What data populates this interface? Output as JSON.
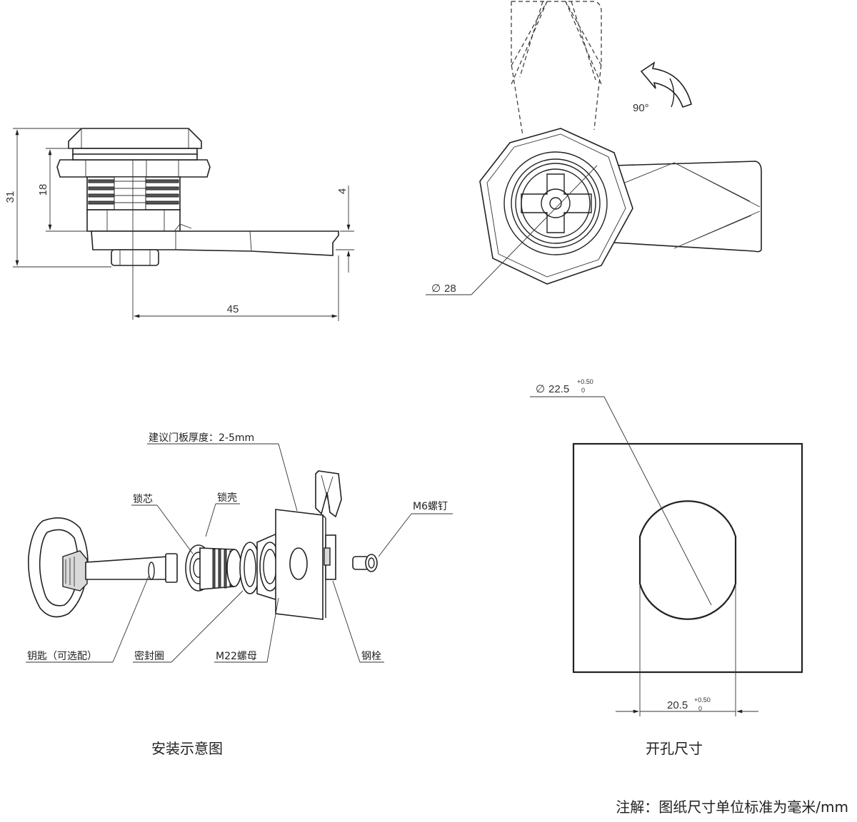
{
  "side_view": {
    "dim_height_total": "31",
    "dim_height_body": "18",
    "dim_cam_thickness": "4",
    "dim_length": "45"
  },
  "front_view": {
    "rotation_label": "90°",
    "diameter_symbol": "∅",
    "diameter_label": "28"
  },
  "assembly": {
    "panel_thickness_label": "建议门板厚度：2-5mm",
    "core_label": "锁芯",
    "shell_label": "锁壳",
    "screw_label": "M6螺钉",
    "key_label": "钥匙（可选配）",
    "seal_label": "密封圈",
    "nut_label": "M22螺母",
    "pin_label": "钢栓",
    "caption": "安装示意图"
  },
  "cutout": {
    "diameter_symbol": "∅",
    "diameter_value": "22.5",
    "diameter_tol_upper": "+0.50",
    "diameter_tol_lower": "0",
    "width_value": "20.5",
    "width_tol_upper": "+0.50",
    "width_tol_lower": "0",
    "caption": "开孔尺寸"
  },
  "note": "注解：图纸尺寸单位标准为毫米/mm"
}
